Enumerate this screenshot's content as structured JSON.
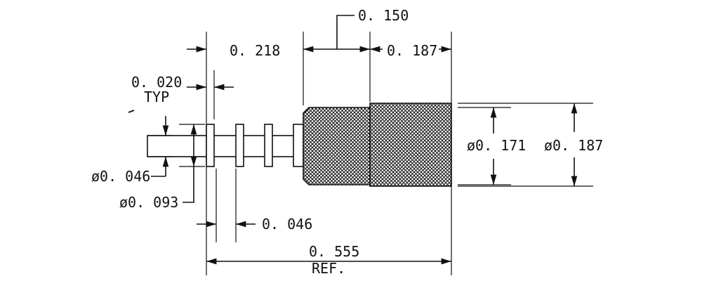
{
  "dimensions": {
    "flange_offset": "0. 150",
    "pin_length": "0. 218",
    "body_length": "0. 187",
    "groove_width": "0. 020",
    "groove_width_note": "TYP",
    "pin_diameter": "ø0. 046",
    "groove_diameter": "ø0. 093",
    "groove_pitch": "0. 046",
    "knurl_inner_diameter": "ø0. 171",
    "knurl_outer_diameter": "ø0. 187",
    "overall_length": "0. 555",
    "overall_length_note": "REF."
  }
}
